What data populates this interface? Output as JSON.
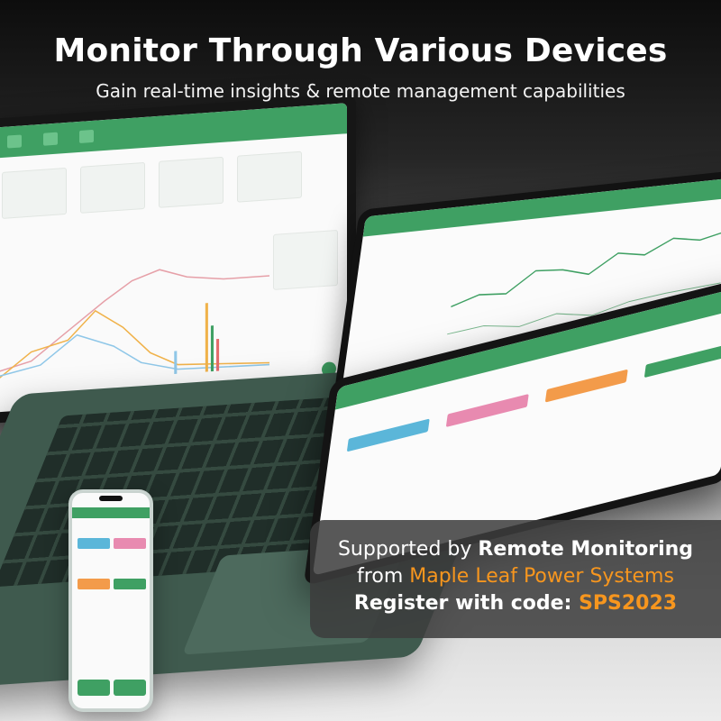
{
  "header": {
    "title": "Monitor Through Various Devices",
    "subtitle": "Gain real-time insights & remote management capabilities"
  },
  "promo": {
    "line1_prefix": "Supported by ",
    "line1_bold": "Remote Monitoring",
    "line2_prefix": "from ",
    "line2_highlight": "Maple Leaf Power Systems",
    "line3_prefix": "Register with code: ",
    "line3_code": "SPS2023"
  },
  "colors": {
    "brand_green": "#3fa063",
    "accent_orange": "#f7961e",
    "promo_bg": "#3c3c3c"
  },
  "devices": [
    "laptop",
    "tablet",
    "tablet",
    "phone"
  ]
}
